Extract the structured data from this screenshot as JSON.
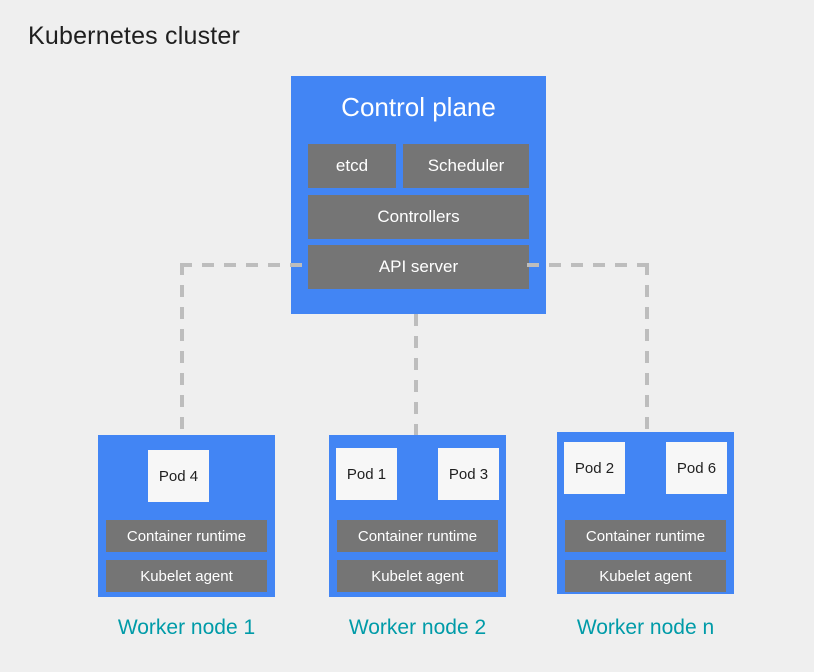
{
  "title": "Kubernetes cluster",
  "colors": {
    "background": "#efefef",
    "node_blue": "#4285f4",
    "component_gray": "#757575",
    "pod_white": "#f7f7f7",
    "label_teal": "#009ba8",
    "connector_gray": "#bdbdbd",
    "title_text": "#1f1f1f"
  },
  "control_plane": {
    "title": "Control plane",
    "components": [
      {
        "id": "etcd",
        "label": "etcd"
      },
      {
        "id": "scheduler",
        "label": "Scheduler"
      },
      {
        "id": "controllers",
        "label": "Controllers"
      },
      {
        "id": "api-server",
        "label": "API server"
      }
    ]
  },
  "workers": [
    {
      "label": "Worker node 1",
      "pods": [
        {
          "label": "Pod 4"
        }
      ],
      "runtime_label": "Container runtime",
      "kubelet_label": "Kubelet agent"
    },
    {
      "label": "Worker node 2",
      "pods": [
        {
          "label": "Pod 1"
        },
        {
          "label": "Pod 3"
        }
      ],
      "runtime_label": "Container runtime",
      "kubelet_label": "Kubelet agent"
    },
    {
      "label": "Worker node n",
      "pods": [
        {
          "label": "Pod 2"
        },
        {
          "label": "Pod 6"
        }
      ],
      "runtime_label": "Container runtime",
      "kubelet_label": "Kubelet agent"
    }
  ],
  "connectors": [
    {
      "id": "api-to-worker-1",
      "style": "dashed"
    },
    {
      "id": "api-to-worker-2",
      "style": "dashed"
    },
    {
      "id": "api-to-worker-n",
      "style": "dashed"
    }
  ]
}
